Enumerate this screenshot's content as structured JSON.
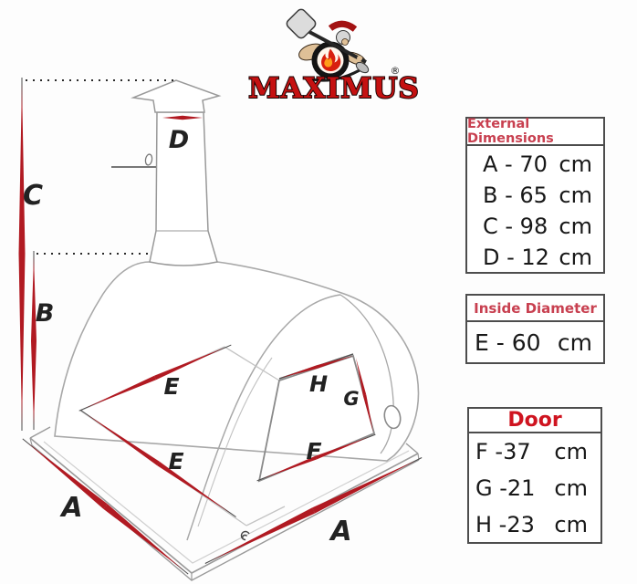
{
  "logo": {
    "brand": "MAXIMUS",
    "registered_mark": "®"
  },
  "diagram": {
    "labels": {
      "c": "C",
      "b": "B",
      "d": "D",
      "a_left": "A",
      "a_front": "A",
      "e_upper": "E",
      "e_lower": "E",
      "f": "F",
      "g": "G",
      "h": "H"
    }
  },
  "panels": {
    "external_dimensions": {
      "title": "External Dimensions",
      "rows": [
        {
          "label": "A - 70",
          "unit": "cm"
        },
        {
          "label": "B - 65",
          "unit": "cm"
        },
        {
          "label": "C - 98",
          "unit": "cm"
        },
        {
          "label": "D - 12",
          "unit": "cm"
        }
      ]
    },
    "inside_diameter": {
      "title": "Inside Diameter",
      "rows": [
        {
          "label": "E - 60",
          "unit": "cm"
        }
      ]
    },
    "door": {
      "title": "Door",
      "rows": [
        {
          "label": "F -37",
          "unit": "cm"
        },
        {
          "label": "G -21",
          "unit": "cm"
        },
        {
          "label": "H -23",
          "unit": "cm"
        }
      ]
    }
  },
  "colors": {
    "dimension_arrow_red": "#b11a22",
    "panel_header_red": "#c84050",
    "door_header_red": "#cf1420",
    "brand_red": "#c51111"
  }
}
